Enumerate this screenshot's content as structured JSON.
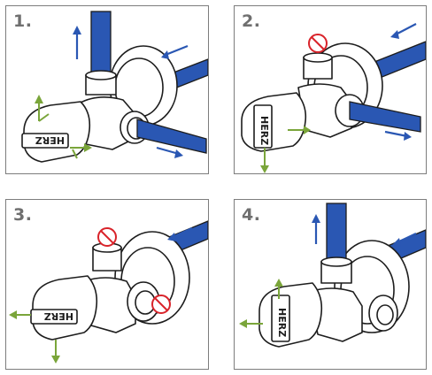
{
  "panels": [
    {
      "number": "1.",
      "brand": "HERZ"
    },
    {
      "number": "2.",
      "brand": "HERZ"
    },
    {
      "number": "3.",
      "brand": "HERZ"
    },
    {
      "number": "4.",
      "brand": "HERZ"
    }
  ],
  "icons": {
    "flow_arrow": "blue-arrow-icon",
    "move_arrow": "green-arrow-icon",
    "prohibited": "prohibited-icon"
  },
  "colors": {
    "pipe": "#2a57b3",
    "flow_arrow": "#2a57b3",
    "move_arrow": "#7aa53a",
    "prohibited": "#d9232a",
    "panel_number": "#6f6f6f",
    "border": "#7d7d7d"
  }
}
